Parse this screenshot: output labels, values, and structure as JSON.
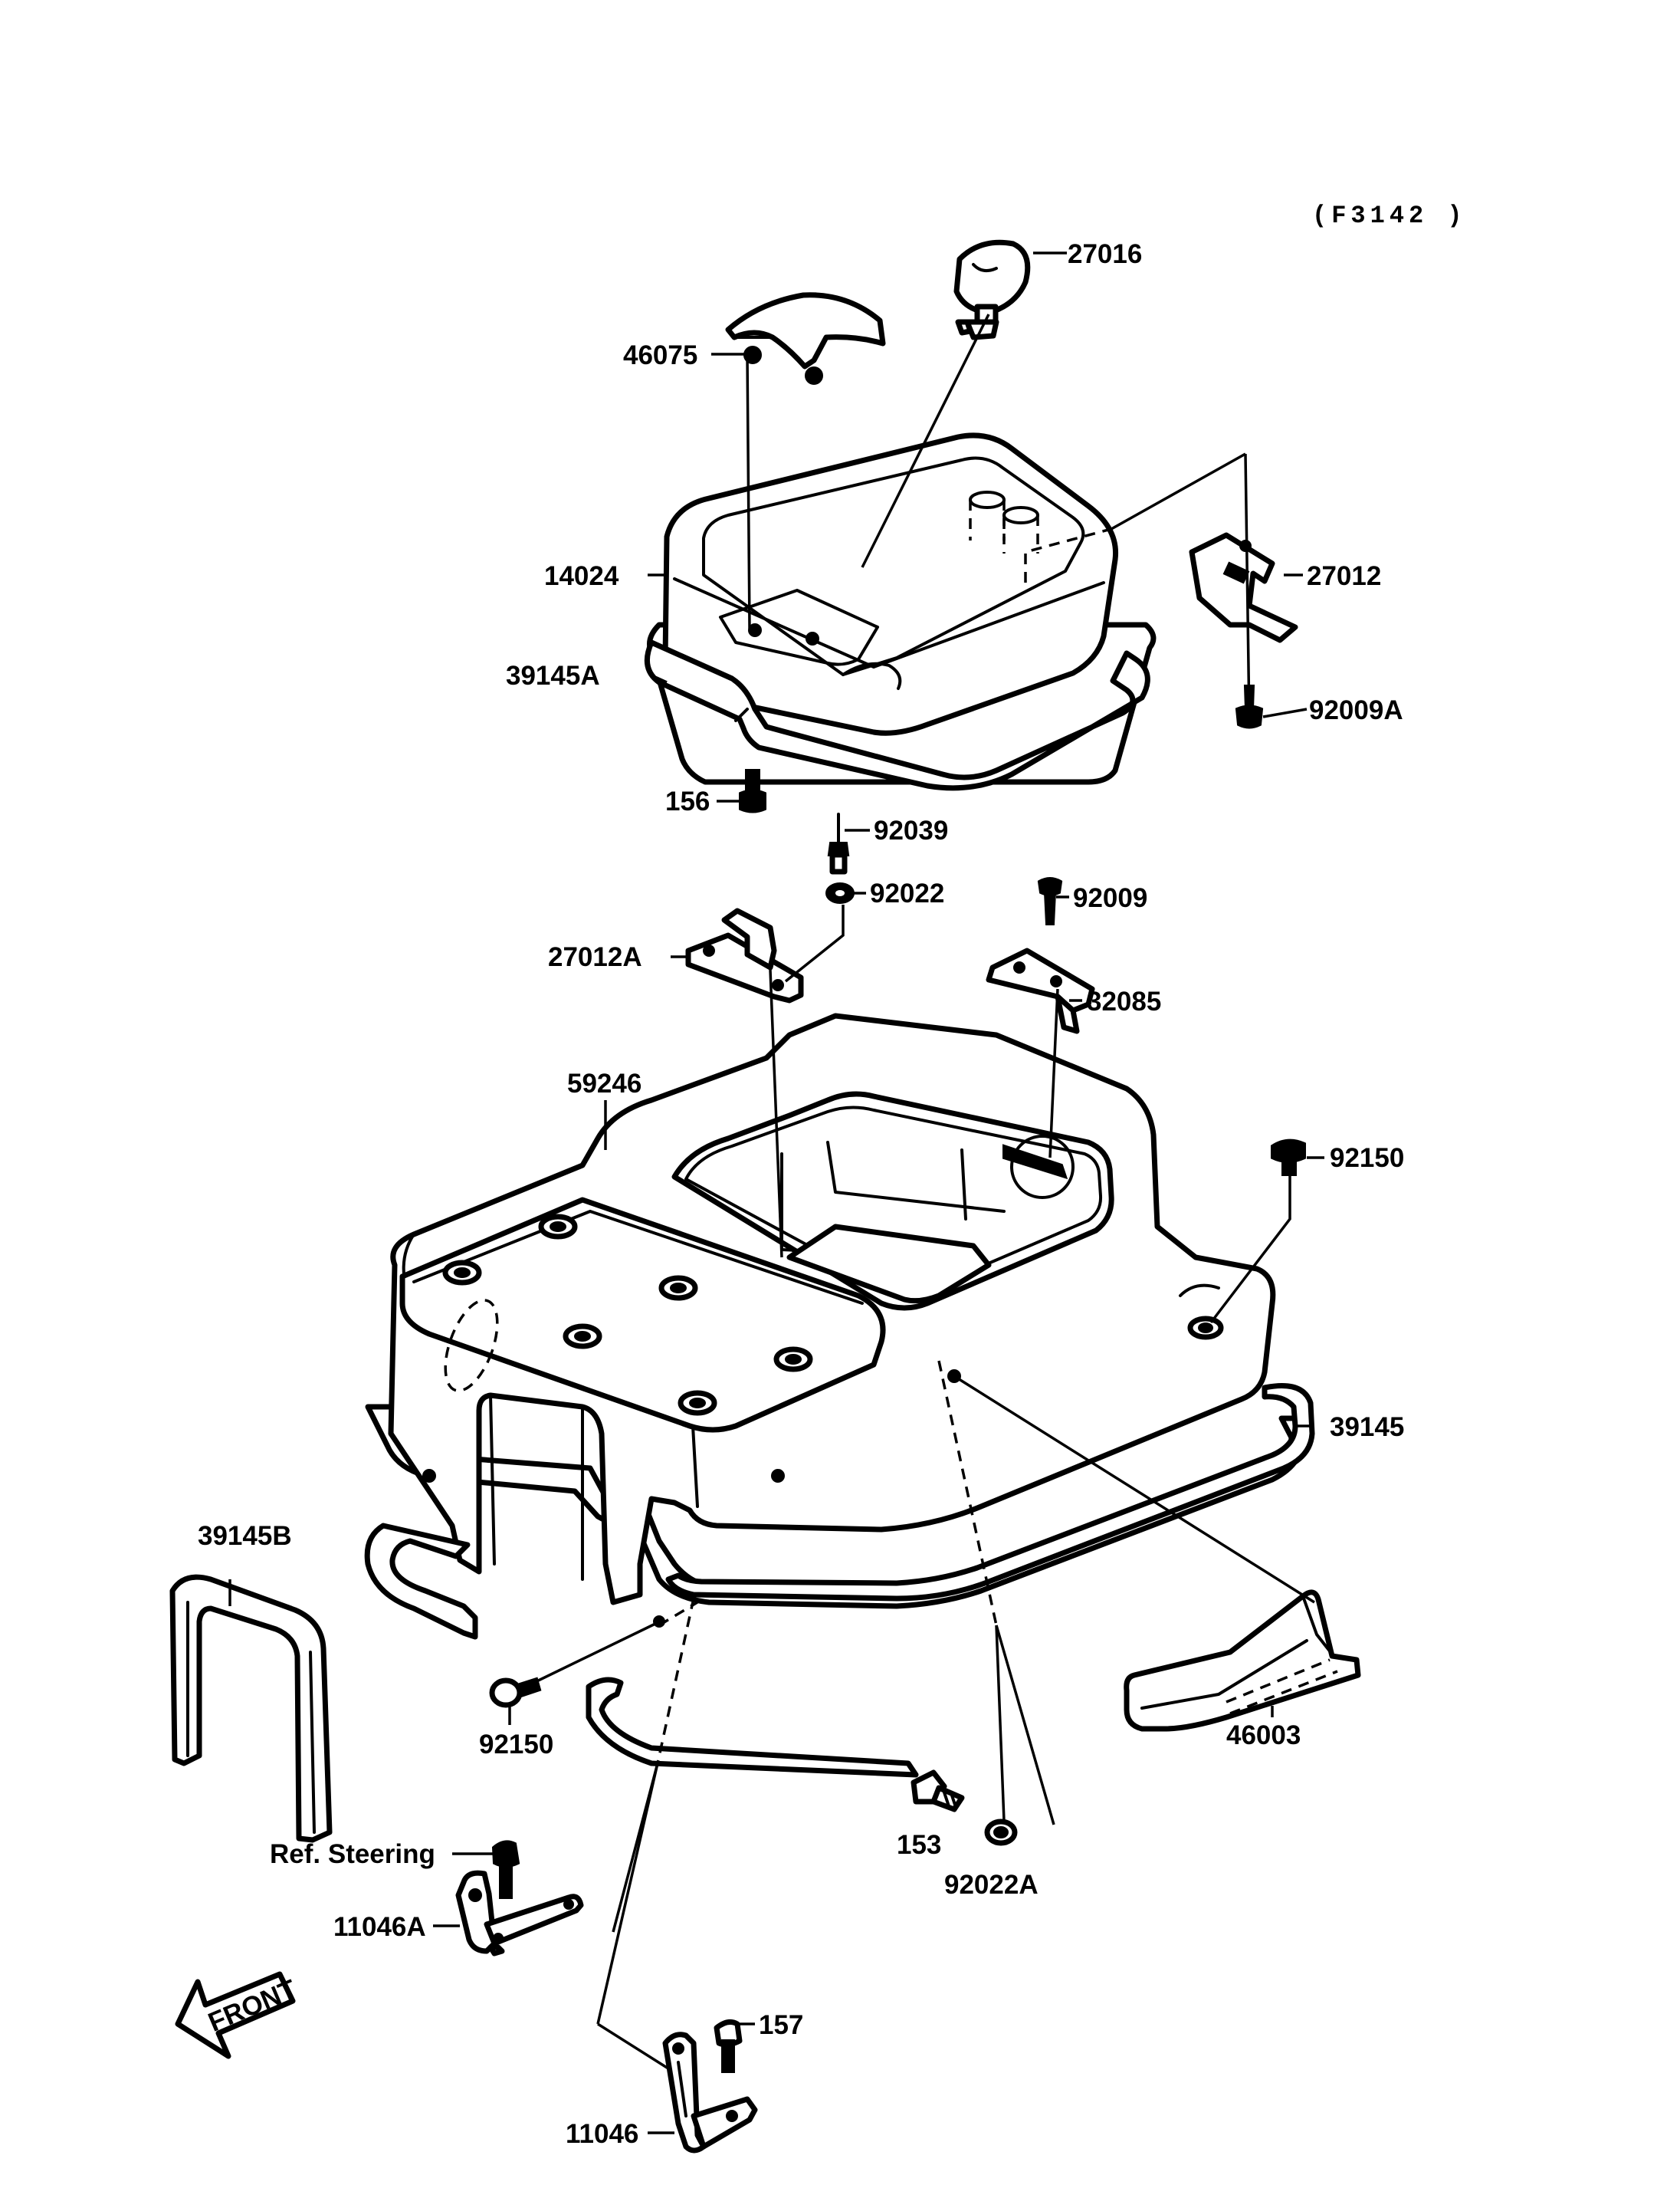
{
  "figure_code": "(F3142 )",
  "labels": {
    "p27016": "27016",
    "p46075": "46075",
    "p14024": "14024",
    "p27012": "27012",
    "p39145A": "39145A",
    "p92009A": "92009A",
    "p156": "156",
    "p92039": "92039",
    "p92022": "92022",
    "p92009": "92009",
    "p27012A": "27012A",
    "p32085": "32085",
    "p59246": "59246",
    "p92150_right": "92150",
    "p39145": "39145",
    "p39145B": "39145B",
    "p46003": "46003",
    "p92150_left": "92150",
    "p153": "153",
    "p92022A": "92022A",
    "ref_steering": "Ref. Steering",
    "p11046A": "11046A",
    "p157": "157",
    "p11046": "11046",
    "front": "FRONT"
  },
  "colors": {
    "ink": "#000000",
    "paper": "#ffffff"
  }
}
